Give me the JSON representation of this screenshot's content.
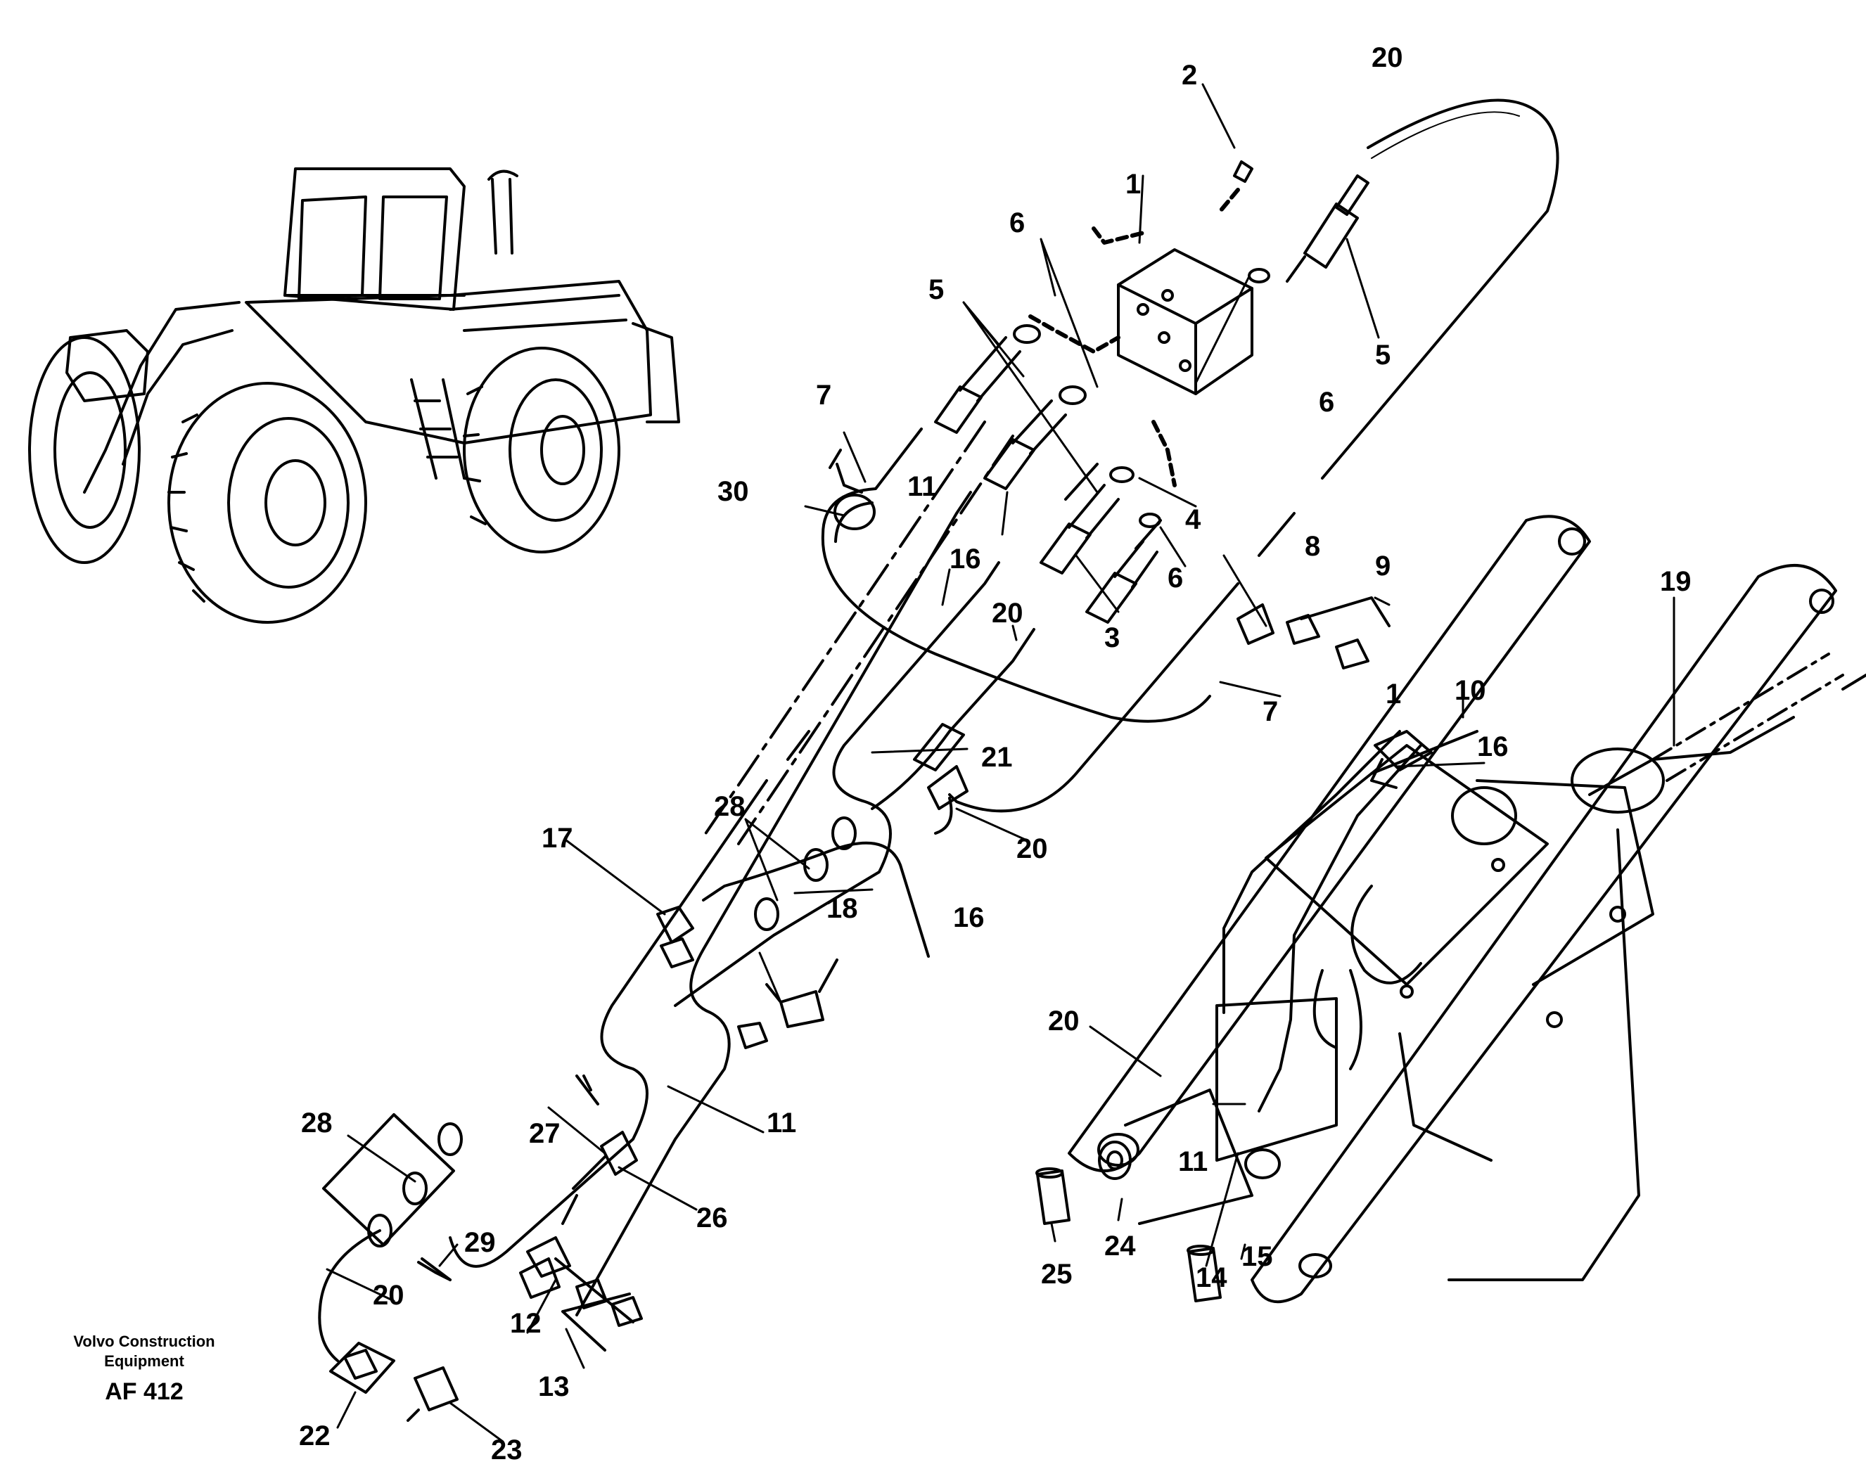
{
  "callouts": [
    "1",
    "2",
    "3",
    "4",
    "5",
    "6",
    "7",
    "8",
    "9",
    "10",
    "11",
    "12",
    "13",
    "14",
    "15",
    "16",
    "17",
    "18",
    "19",
    "20",
    "21",
    "22",
    "23",
    "24",
    "25",
    "26",
    "27",
    "28",
    "29",
    "30"
  ],
  "caption": {
    "brand_line1": "Volvo Construction",
    "brand_line2": "Equipment",
    "code": "AF 412"
  },
  "colors": {
    "ink": "#000000",
    "paper": "#ffffff"
  }
}
